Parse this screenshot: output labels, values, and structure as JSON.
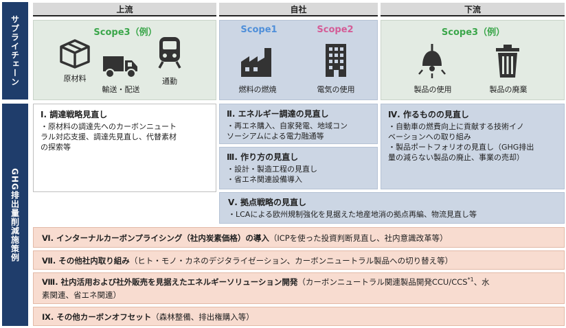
{
  "sidebar": {
    "supply_chain": "サプライチェーン",
    "ghg": "GHG排出量削減施策例"
  },
  "columns": {
    "upstream": "上流",
    "own": "自社",
    "downstream": "下流"
  },
  "upstream": {
    "scope": "Scope3（例）",
    "scope_color": "#3aa64a",
    "items": [
      "原材料",
      "輸送・配送",
      "通勤"
    ]
  },
  "own": {
    "scope1": "Scope1",
    "scope1_color": "#4f8fd9",
    "scope2": "Scope2",
    "scope2_color": "#d45c96",
    "items": [
      "燃料の燃焼",
      "電気の使用"
    ]
  },
  "downstream": {
    "scope": "Scope3（例）",
    "scope_color": "#3aa64a",
    "items": [
      "製品の使用",
      "製品の廃棄"
    ]
  },
  "measures": {
    "m1": {
      "title": "Ⅰ. 調達戦略見直し",
      "lines": [
        "・原材料の調達先へのカーボンニュート",
        "ラル対応支援、調達先見直し、代替素材",
        "の探索等"
      ]
    },
    "m2": {
      "title": "Ⅱ. エネルギー調達の見直し",
      "lines": [
        "・再エネ購入、自家発電、地域コン",
        "ソーシアムによる電力融通等"
      ]
    },
    "m3": {
      "title": "Ⅲ. 作り方の見直し",
      "lines": [
        "・設計・製造工程の見直し",
        "・省エネ関連設備導入"
      ]
    },
    "m4": {
      "title": "Ⅳ. 作るものの見直し",
      "lines": [
        "・自動車の燃費向上に貢献する技術イノ",
        "ベーションへの取り組み",
        "・製品ポートフォリオの見直し（GHG排出",
        "量の減らない製品の廃止、事業の売却）"
      ]
    },
    "m5": {
      "title": "Ⅴ. 拠点戦略の見直し",
      "lines": [
        "・LCAによる欧州規制強化を見据えた地産地消の拠点再編、物流見直し等"
      ]
    },
    "m6": {
      "bold": "Ⅵ. インターナルカーボンプライシング（社内炭素価格）の導入",
      "rest": "（ICPを使った投資判断見直し、社内意識改革等）"
    },
    "m7": {
      "bold": "Ⅶ. その他社内取り組み",
      "rest": "（ヒト・モノ・カネのデジタライゼーション、カーボンニュートラル製品への切り替え等）"
    },
    "m8": {
      "bold": "Ⅷ. 社内活用および社外販売を見据えたエネルギーソリューション開発",
      "rest": "（カーボンニュートラル関連製品開発CCU/CCS",
      "sup": "*1",
      "rest2": "、水",
      "line2": "素関連、省エネ関連）"
    },
    "m9": {
      "bold": "Ⅸ. その他カーボンオフセット",
      "rest": "（森林整備、排出権購入等）"
    }
  }
}
